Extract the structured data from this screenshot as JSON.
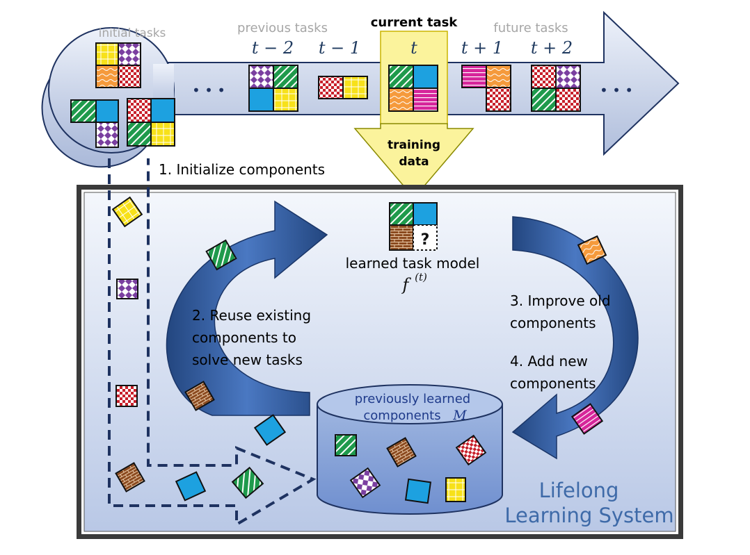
{
  "timeline": {
    "initial_tasks_label": "initial tasks",
    "previous_tasks_label": "previous tasks",
    "current_task_label": "current task",
    "future_tasks_label": "future tasks",
    "steps": [
      "t − 2",
      "t − 1",
      "t",
      "t + 1",
      "t + 2"
    ],
    "ellipsis_left": "• • •",
    "ellipsis_right": "• • •"
  },
  "training_data": {
    "line1": "training",
    "line2": "data"
  },
  "step1": "1. Initialize components",
  "model": {
    "label": "learned task model",
    "formula": "f",
    "formula_sup": "(t)",
    "question_mark": "?"
  },
  "step2": {
    "line1": "2. Reuse existing",
    "line2": "components to",
    "line3": "solve new tasks"
  },
  "step3": {
    "line1": "3. Improve old",
    "line2": "components"
  },
  "step4": {
    "line1": "4. Add new",
    "line2": "components"
  },
  "database": {
    "line1": "previously learned",
    "line2": "components",
    "symbol": "M"
  },
  "system": {
    "line1": "Lifelong",
    "line2": "Learning System"
  },
  "colors": {
    "yellow": "#f7e11a",
    "purple": "#7a3fa0",
    "orange": "#f59a3c",
    "red": "#c8202b",
    "green": "#1f9a4c",
    "blue": "#1da1e0",
    "brown": "#8b4a1f",
    "magenta": "#d6259a",
    "arrow_blue": "#2f5a9e",
    "panel_bg": "#dde6f3",
    "timeline": "#c9d6ec"
  }
}
